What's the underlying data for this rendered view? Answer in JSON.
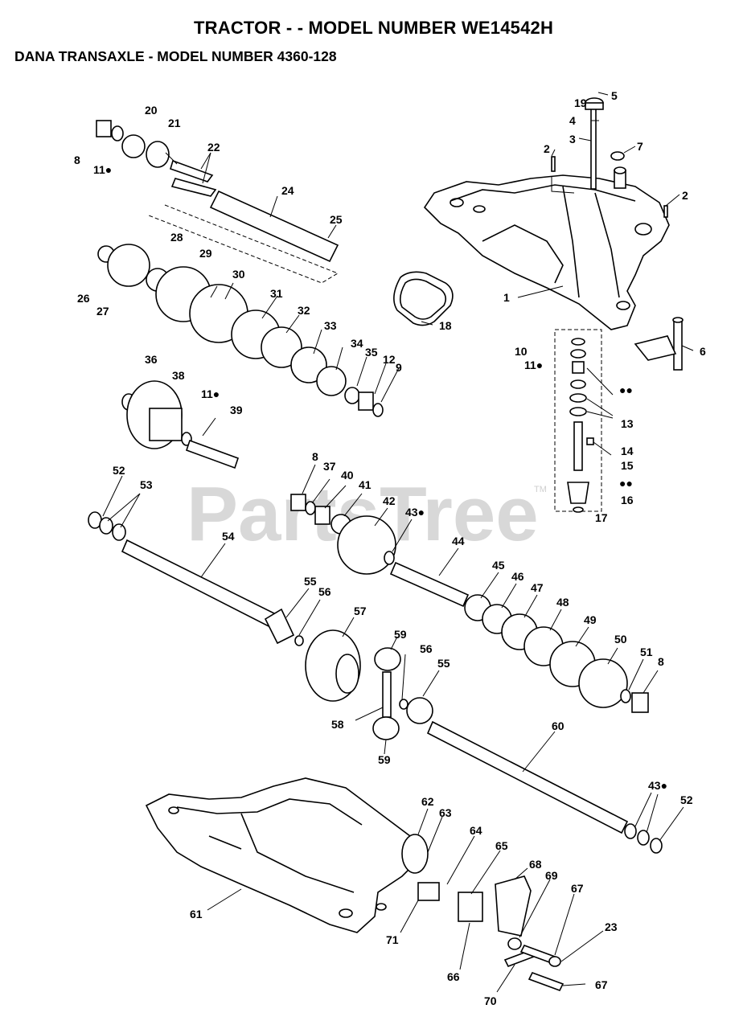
{
  "header": {
    "title": "TRACTOR - - MODEL NUMBER WE14542H",
    "subtitle": "DANA TRANSAXLE - MODEL NUMBER 4360-128"
  },
  "watermark": {
    "text": "PartsTree",
    "tm": "TM"
  },
  "callouts": {
    "c1": "1",
    "c2a": "2",
    "c2b": "2",
    "c3": "3",
    "c4": "4",
    "c5": "5",
    "c6": "6",
    "c7": "7",
    "c8a": "8",
    "c8b": "8",
    "c8c": "8",
    "c9": "9",
    "c10": "10",
    "c11a": "11●",
    "c11b": "11●",
    "c11c": "11●",
    "c12": "12",
    "c13": "13",
    "c14": "14",
    "c15": "15",
    "c16": "16",
    "c17": "17",
    "c18": "18",
    "c19": "19",
    "c20": "20",
    "c21": "21",
    "c22": "22",
    "c23": "23",
    "c24": "24",
    "c25": "25",
    "c26": "26",
    "c27": "27",
    "c28": "28",
    "c29": "29",
    "c30": "30",
    "c31": "31",
    "c32": "32",
    "c33": "33",
    "c34": "34",
    "c35": "35",
    "c36": "36",
    "c37": "37",
    "c38": "38",
    "c39": "39",
    "c40": "40",
    "c41": "41",
    "c42": "42",
    "c43a": "43●",
    "c43b": "43●",
    "c44": "44",
    "c45": "45",
    "c46": "46",
    "c47": "47",
    "c48": "48",
    "c49": "49",
    "c50": "50",
    "c51": "51",
    "c52a": "52",
    "c52b": "52",
    "c53": "53",
    "c54": "54",
    "c55a": "55",
    "c55b": "55",
    "c56a": "56",
    "c56b": "56",
    "c57": "57",
    "c58": "58",
    "c59a": "59",
    "c59b": "59",
    "c60": "60",
    "c61": "61",
    "c62": "62",
    "c63": "63",
    "c64": "64",
    "c65": "65",
    "c66": "66",
    "c67a": "67",
    "c67b": "67",
    "c68": "68",
    "c69": "69",
    "c70": "70",
    "c71": "71",
    "ss1": "●●",
    "ss2": "●●"
  }
}
